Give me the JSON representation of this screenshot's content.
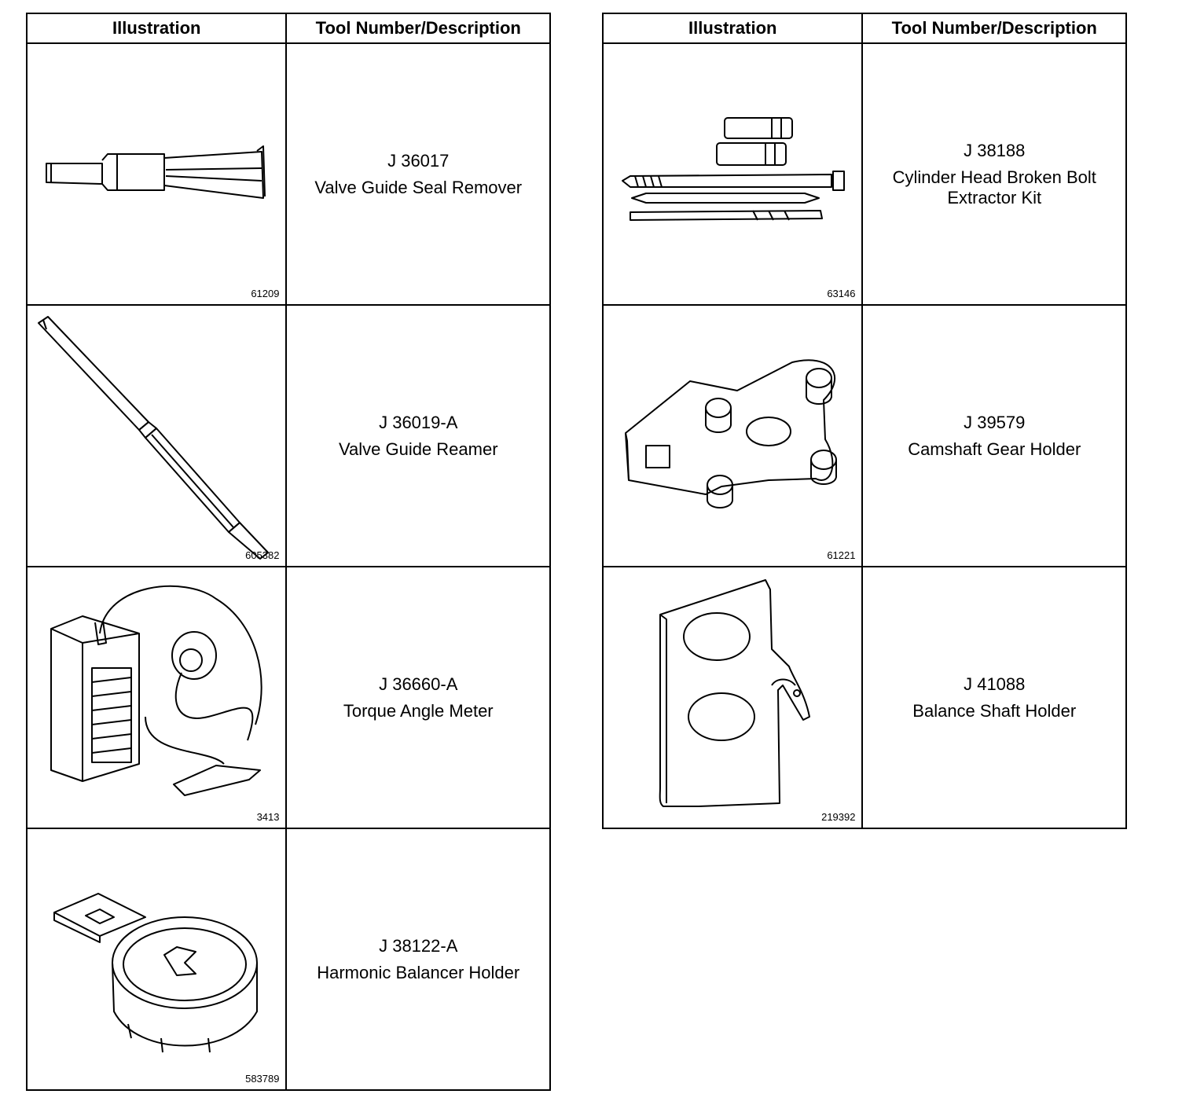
{
  "headers": {
    "illustration": "Illustration",
    "tool": "Tool Number/Description"
  },
  "left_table": [
    {
      "fig": "61209",
      "number": "J 36017",
      "name": "Valve Guide Seal Remover",
      "icon": "seal-remover-icon"
    },
    {
      "fig": "605382",
      "number": "J 36019-A",
      "name": "Valve Guide Reamer",
      "icon": "reamer-icon"
    },
    {
      "fig": "3413",
      "number": "J 36660-A",
      "name": "Torque Angle Meter",
      "icon": "torque-meter-icon"
    },
    {
      "fig": "583789",
      "number": "J 38122-A",
      "name": "Harmonic Balancer Holder",
      "icon": "balancer-holder-icon"
    }
  ],
  "right_table": [
    {
      "fig": "63146",
      "number": "J 38188",
      "name": "Cylinder Head Broken Bolt\nExtractor Kit",
      "icon": "extractor-kit-icon"
    },
    {
      "fig": "61221",
      "number": "J 39579",
      "name": "Camshaft Gear Holder",
      "icon": "gear-holder-icon"
    },
    {
      "fig": "219392",
      "number": "J 41088",
      "name": "Balance Shaft Holder",
      "icon": "shaft-holder-icon"
    }
  ]
}
